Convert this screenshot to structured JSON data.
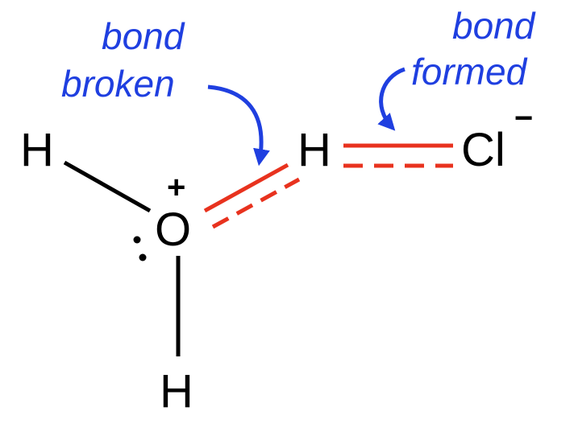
{
  "atoms": {
    "h_top_left": "H",
    "oxygen": "O",
    "h_bottom": "H",
    "h_transferring": "H",
    "chlorine": "Cl"
  },
  "charges": {
    "oxygen_positive": "+",
    "chloride_negative": "−"
  },
  "annotations": {
    "bond_broken": {
      "line1": "bond",
      "line2": "broken"
    },
    "bond_formed": {
      "line1": "bond",
      "line2": "formed"
    }
  },
  "colors": {
    "annotation_blue": "#1f3fe0",
    "changing_bond_red": "#e8321e",
    "bond_black": "#000000"
  }
}
